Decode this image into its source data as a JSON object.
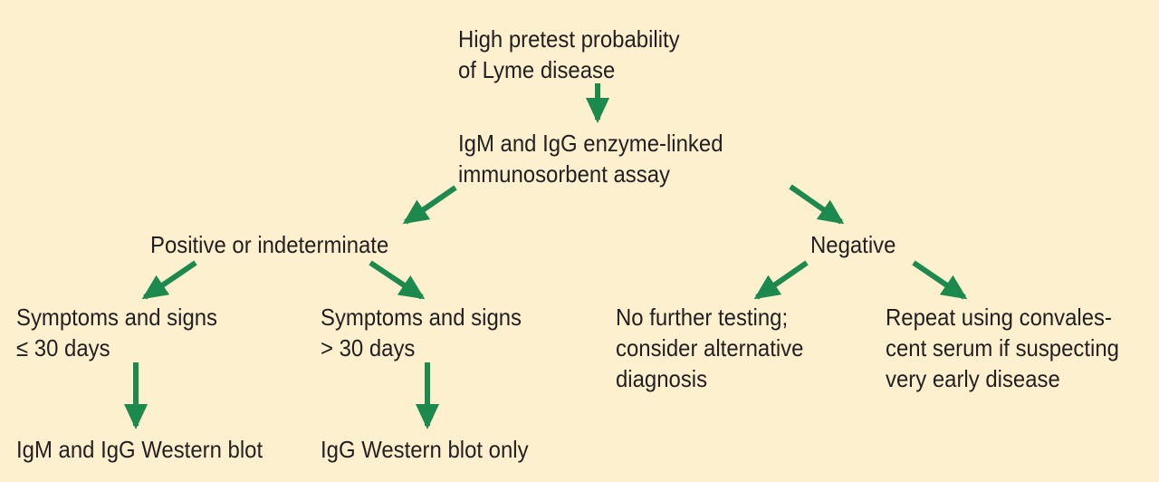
{
  "nodes": {
    "root": "High pretest probability\nof Lyme disease",
    "elisa": "IgM and IgG enzyme-linked\nimmunosorbent assay",
    "positive": "Positive or indeterminate",
    "negative": "Negative",
    "early": "Symptoms and signs\n≤ 30 days",
    "late": "Symptoms and signs\n> 30 days",
    "no_further": "No further testing;\nconsider alternative\ndiagnosis",
    "repeat": "Repeat using convales-\ncent serum if suspecting\nvery early disease",
    "early_test": "IgM and IgG Western blot",
    "late_test": "IgG Western blot only"
  },
  "colors": {
    "background": "#fdf0cf",
    "arrow": "#1b8a4c",
    "text": "#231f20"
  }
}
